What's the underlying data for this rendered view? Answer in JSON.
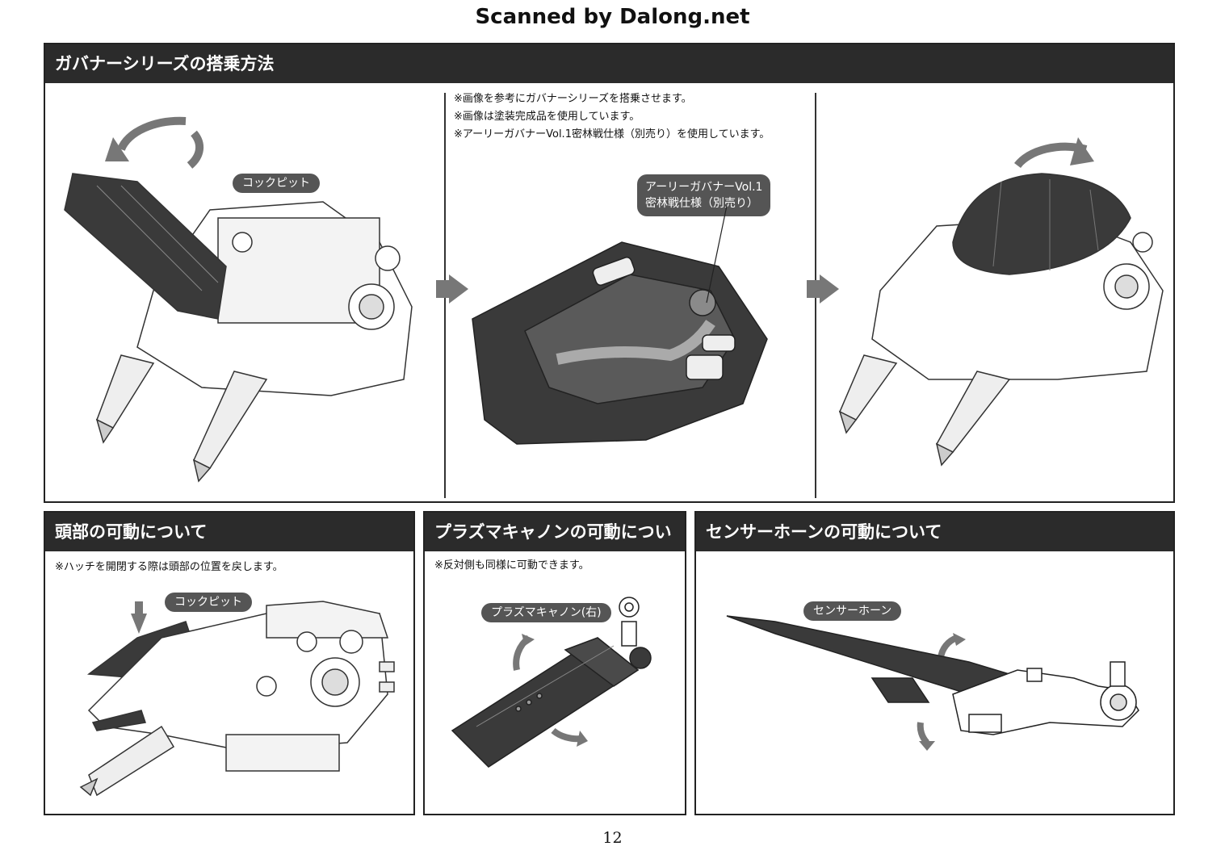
{
  "watermark": "Scanned by Dalong.net",
  "page_number": "12",
  "top_panel": {
    "title": "ガバナーシリーズの搭乗方法",
    "notes": [
      "※画像を参考にガバナーシリーズを搭乗させます。",
      "※画像は塗装完成品を使用しています。",
      "※アーリーガバナーVol.1密林戦仕様（別売り）を使用しています。"
    ],
    "callout_cockpit": "コックピット",
    "callout_governor_line1": "アーリーガバナーVol.1",
    "callout_governor_line2": "密林戦仕様（別売り）"
  },
  "head_panel": {
    "title": "頭部の可動について",
    "note": "※ハッチを開閉する際は頭部の位置を戻します。",
    "callout_cockpit": "コックピット"
  },
  "plasma_panel": {
    "title": "プラズマキャノンの可動について",
    "note": "※反対側も同様に可動できます。",
    "callout": "プラズマキャノン(右)"
  },
  "sensor_panel": {
    "title": "センサーホーンの可動について",
    "callout": "センサーホーン"
  },
  "colors": {
    "header_bg": "#2b2b2b",
    "callout_bg": "#555555",
    "part_dark": "#3a3a3a",
    "arrow_gray": "#6f6f6f"
  }
}
